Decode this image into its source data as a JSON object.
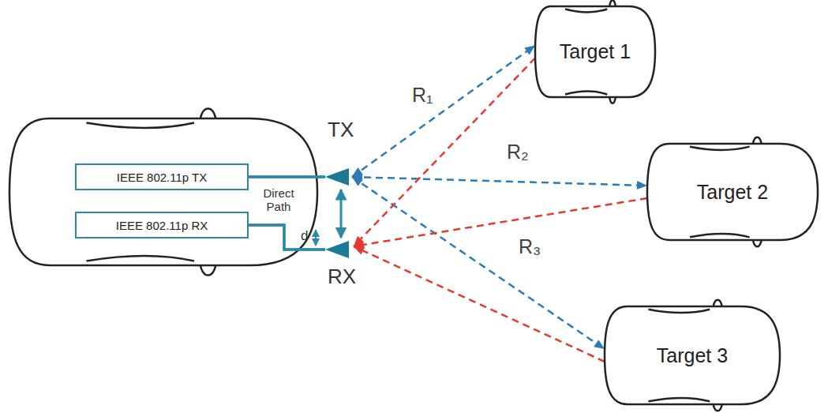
{
  "diagram": {
    "nodes": [
      {
        "text": [
          "IEEE 802.11p TX"
        ]
      },
      {
        "text": [
          "IEEE 802.11p RX"
        ]
      },
      {
        "text": [
          "Target 1"
        ]
      },
      {
        "text": [
          "Target 2"
        ]
      },
      {
        "text": [
          "Target 3"
        ]
      }
    ],
    "edges": [
      {
        "from": 0,
        "to": 2,
        "arrow": "both",
        "label": "R₁"
      },
      {
        "from": 0,
        "to": 3,
        "arrow": "both",
        "label": "R₂"
      },
      {
        "from": 0,
        "to": 4,
        "arrow": "both",
        "label": "R₃"
      },
      {
        "from": 2,
        "to": 1,
        "arrow": "to"
      },
      {
        "from": 3,
        "to": 1,
        "arrow": "to"
      },
      {
        "from": 4,
        "to": 1,
        "arrow": "to"
      }
    ],
    "labels": [
      "TX",
      "Direct Path",
      "d",
      "RX"
    ]
  }
}
